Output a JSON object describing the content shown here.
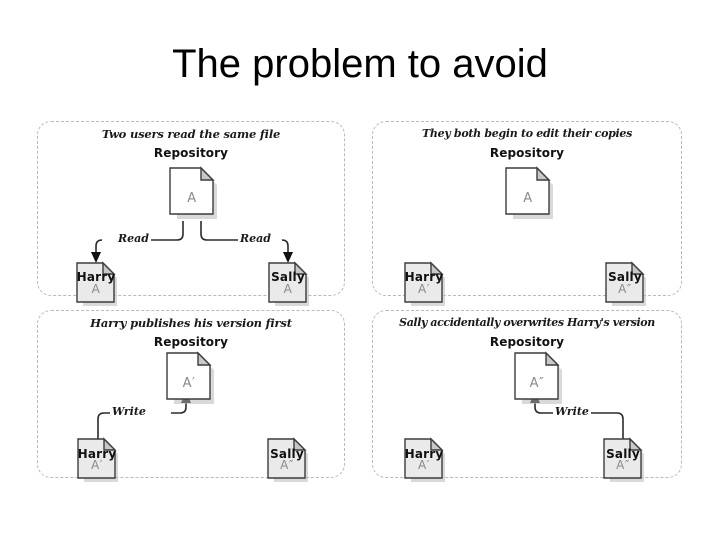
{
  "slide": {
    "title": "The problem to avoid"
  },
  "figure": {
    "repository_label": "Repository",
    "user_left_label": "Harry",
    "user_right_label": "Sally",
    "read_label": "Read",
    "write_label": "Write",
    "colors": {
      "panel_border": "#b9b9b9",
      "doc_repo_fill": "#ffffff",
      "doc_user_fill": "#eaeaea",
      "doc_stroke": "#3c3c3c",
      "doc_fold": "#c8c8c8",
      "doc_letter": "#8a8a8a",
      "connector": "#2b2b2b",
      "text": "#111111"
    },
    "panels": [
      {
        "id": "panel-1",
        "caption": "Two users read the same file",
        "repository_doc": "A",
        "harry_doc": "A",
        "sally_doc": "A",
        "connector_left_label": "Read",
        "connector_right_label": "Read",
        "flow": "repository-to-users"
      },
      {
        "id": "panel-2",
        "caption": "They both begin to edit their copies",
        "repository_doc": "A",
        "harry_doc": "A′",
        "sally_doc": "A″",
        "connector_left_label": "",
        "connector_right_label": "",
        "flow": "none"
      },
      {
        "id": "panel-3",
        "caption": "Harry publishes his version first",
        "repository_doc": "A′",
        "harry_doc": "A′",
        "sally_doc": "A″",
        "connector_left_label": "Write",
        "connector_right_label": "",
        "flow": "harry-to-repository"
      },
      {
        "id": "panel-4",
        "caption": "Sally accidentally overwrites Harry's version",
        "repository_doc": "A″",
        "harry_doc": "A′",
        "sally_doc": "A″",
        "connector_left_label": "",
        "connector_right_label": "Write",
        "flow": "sally-to-repository"
      }
    ]
  }
}
